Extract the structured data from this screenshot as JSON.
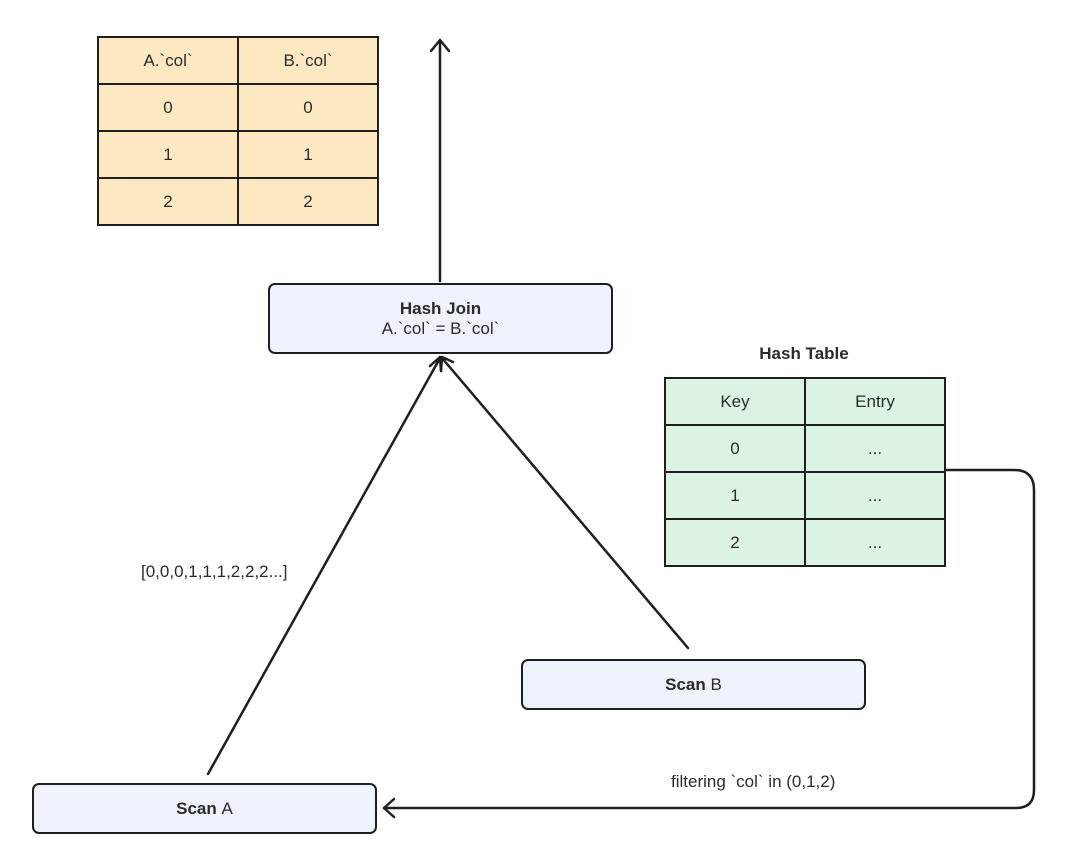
{
  "result_table": {
    "header": [
      "A.`col`",
      "B.`col`"
    ],
    "rows": [
      [
        "0",
        "0"
      ],
      [
        "1",
        "1"
      ],
      [
        "2",
        "2"
      ]
    ]
  },
  "hash_join": {
    "title": "Hash Join",
    "condition": "A.`col` = B.`col`"
  },
  "hash_table": {
    "title": "Hash Table",
    "header": [
      "Key",
      "Entry"
    ],
    "rows": [
      [
        "0",
        "..."
      ],
      [
        "1",
        "..."
      ],
      [
        "2",
        "..."
      ]
    ]
  },
  "scan_a": {
    "bold": "Scan",
    "name": "A"
  },
  "scan_b": {
    "bold": "Scan",
    "name": "B"
  },
  "edge_labels": {
    "scan_a_output": "[0,0,0,1,1,1,2,2,2...]",
    "runtime_filter": "filtering `col` in (0,1,2)"
  },
  "colors": {
    "result_fill": "#fde9c1",
    "hash_table_fill": "#dcf3e3",
    "node_fill": "#eef2fb",
    "stroke": "#1f1f1f"
  }
}
